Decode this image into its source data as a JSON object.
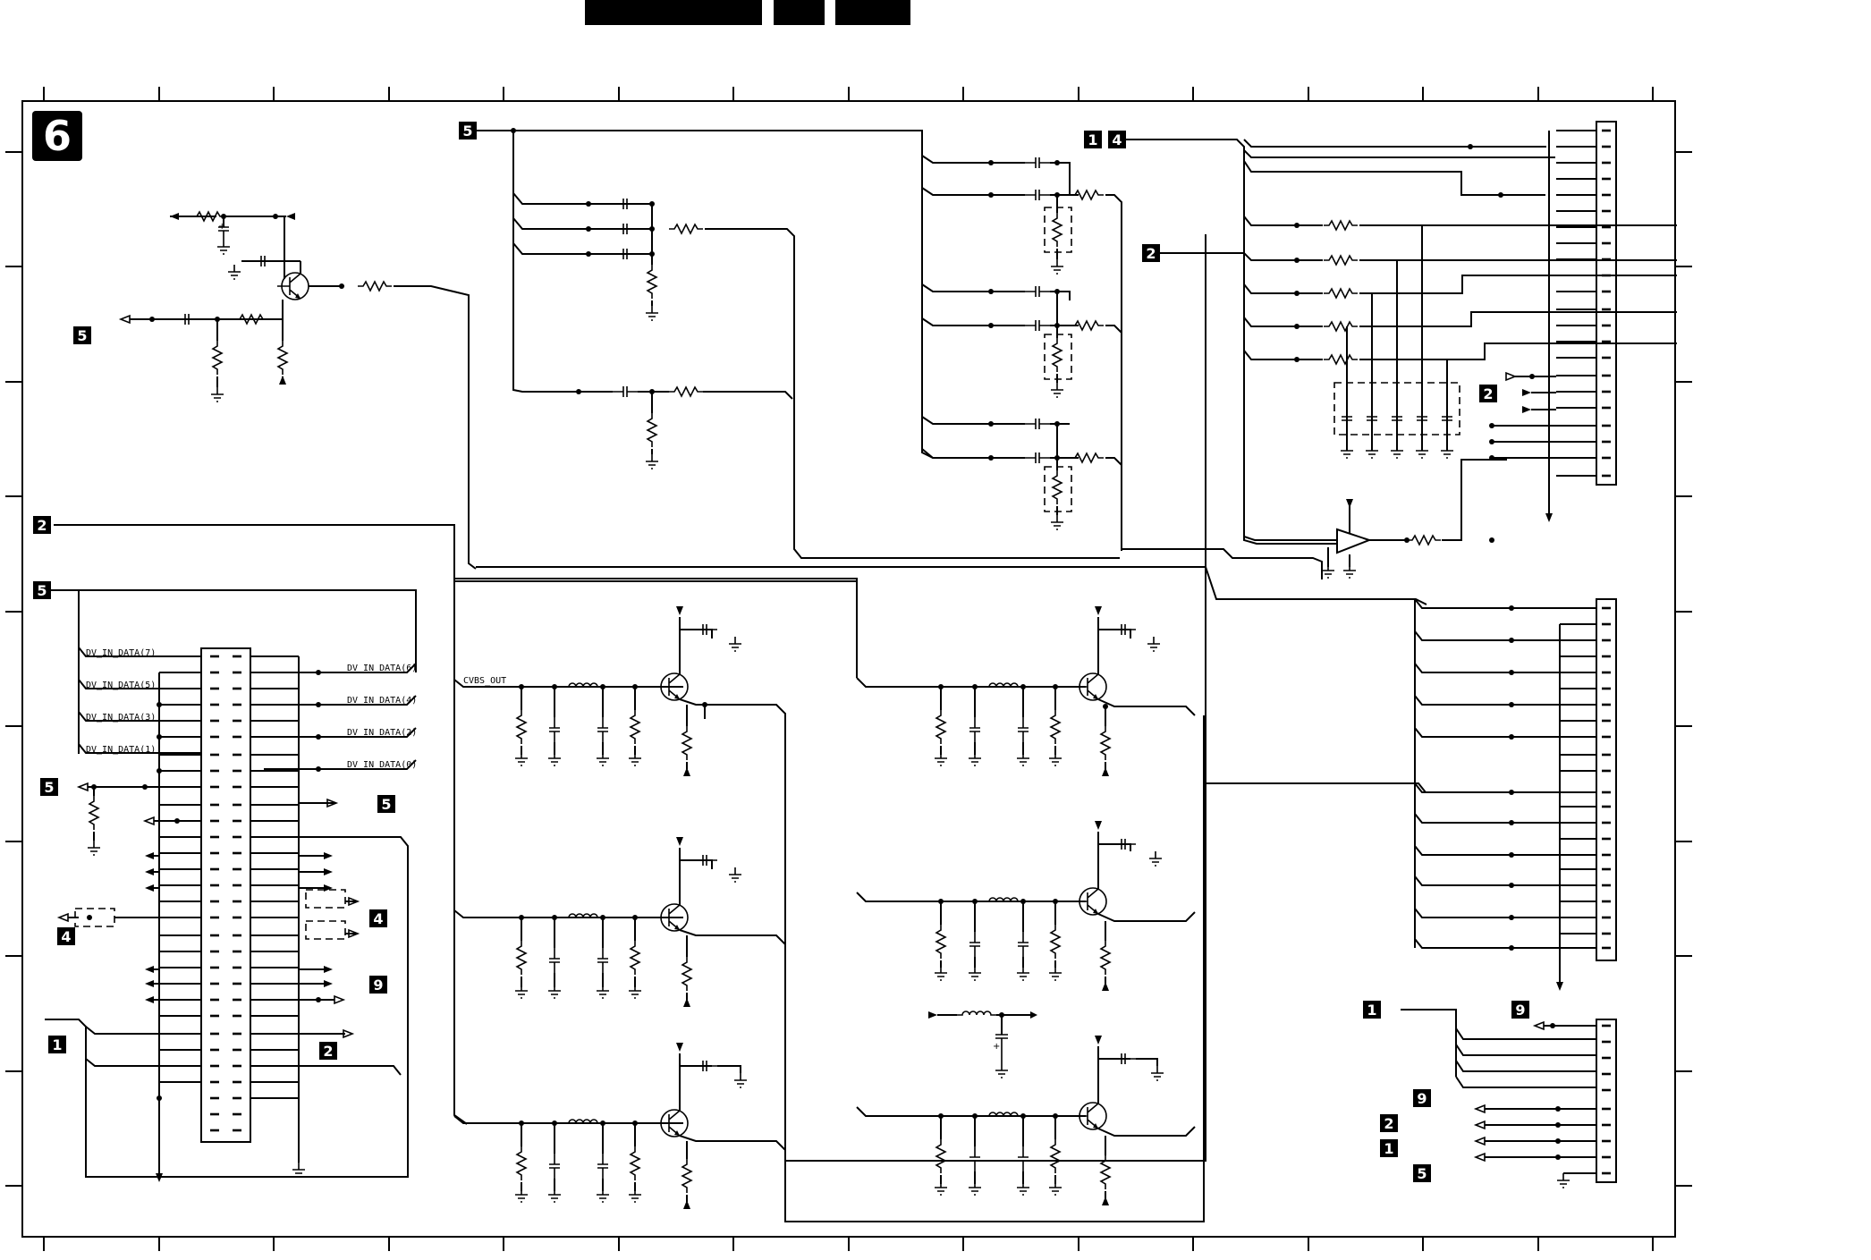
{
  "sheet": {
    "number": "6",
    "header_blocks": 3
  },
  "badges": {
    "b5_top_center": "5",
    "b1_top_right": "1",
    "b4_top_right": "4",
    "b2_right_bus": "2",
    "b5_left_upper": "5",
    "b2_left_mid": "2",
    "b5_left_bus": "5",
    "b2_right_conn": "2",
    "b5_left_lower": "5",
    "b5_mid_connector": "5",
    "b4_left_low": "4",
    "b4_mid_connector": "4",
    "b9_mid_connector": "9",
    "b1_left_bottom": "1",
    "b2_mid_connector": "2",
    "b1_bottom_right": "1",
    "b9_bottom_right_top": "9",
    "b9_bottom_right": "9",
    "b2_bottom_right": "2",
    "b1_bottom_right_b": "1",
    "b5_bottom_right": "5"
  },
  "nets": {
    "dv7": "DV_IN_DATA(7)",
    "dv6": "DV_IN_DATA(6)",
    "dv5": "DV_IN_DATA(5)",
    "dv4": "DV_IN_DATA(4)",
    "dv3": "DV_IN_DATA(3)",
    "dv2": "DV_IN_DATA(2)",
    "dv1": "DV_IN_DATA(1)",
    "dv0": "DV_IN_DATA(0)",
    "cvbs": "CVBS_OUT"
  },
  "icons": [
    "npn-transistor-icon",
    "resistor-icon",
    "capacitor-icon",
    "inductor-icon",
    "ground-icon",
    "opamp-icon",
    "connector-icon"
  ],
  "colors": {
    "ink": "#000000",
    "paper": "#ffffff"
  }
}
